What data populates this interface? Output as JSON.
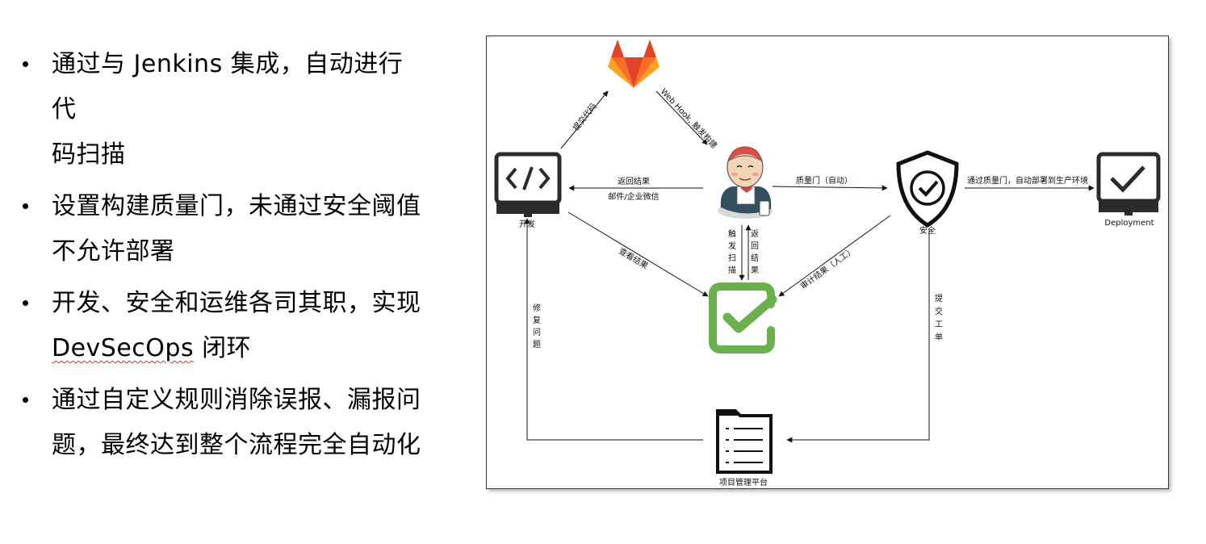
{
  "bullets": [
    {
      "lines": [
        "通过与 Jenkins 集成，自动进行代",
        "码扫描"
      ]
    },
    {
      "lines": [
        "设置构建质量门，未通过安全阈值",
        "不允许部署"
      ]
    },
    {
      "lines": [
        "开发、安全和运维各司其职，实现",
        ""
      ],
      "misspelled": "DevSecOps",
      "tail": " 闭环"
    },
    {
      "lines": [
        "通过自定义规则消除误报、漏报问",
        "题，最终达到整个流程完全自动化"
      ]
    }
  ],
  "diagram": {
    "nodes": {
      "dev": "开发",
      "security": "安全",
      "deployment": "Deployment",
      "project_platform": "项目管理平台"
    },
    "edges": {
      "commit_code": "提交代码",
      "webhook": "Web Hook, 触发构建",
      "return_results": "返回结果",
      "email_wechat": "邮件/企业微信",
      "quality_gate_auto": "质量门（自动）",
      "deploy": "通过质量门，自动部署到生产环境",
      "trigger_scan": [
        "触",
        "发",
        "扫",
        "描"
      ],
      "return_results_v": [
        "返",
        "回",
        "结",
        "果"
      ],
      "view_results": "查看结果",
      "audit_results": "审计结果（人工）",
      "fix_issues": [
        "修",
        "复",
        "问",
        "题"
      ],
      "submit_ticket": [
        "提",
        "交",
        "工",
        "单"
      ]
    },
    "colors": {
      "gitlab_dark": "#e24329",
      "gitlab_mid": "#fc6d26",
      "gitlab_light": "#fca326",
      "checkmarx_green": "#6ab04c",
      "icon_dark": "#2b2b2b"
    },
    "icons": [
      "gitlab-icon",
      "jenkins-icon",
      "code-monitor-icon",
      "shield-check-icon",
      "deployment-monitor-icon",
      "checkmarx-icon",
      "document-icon"
    ]
  }
}
